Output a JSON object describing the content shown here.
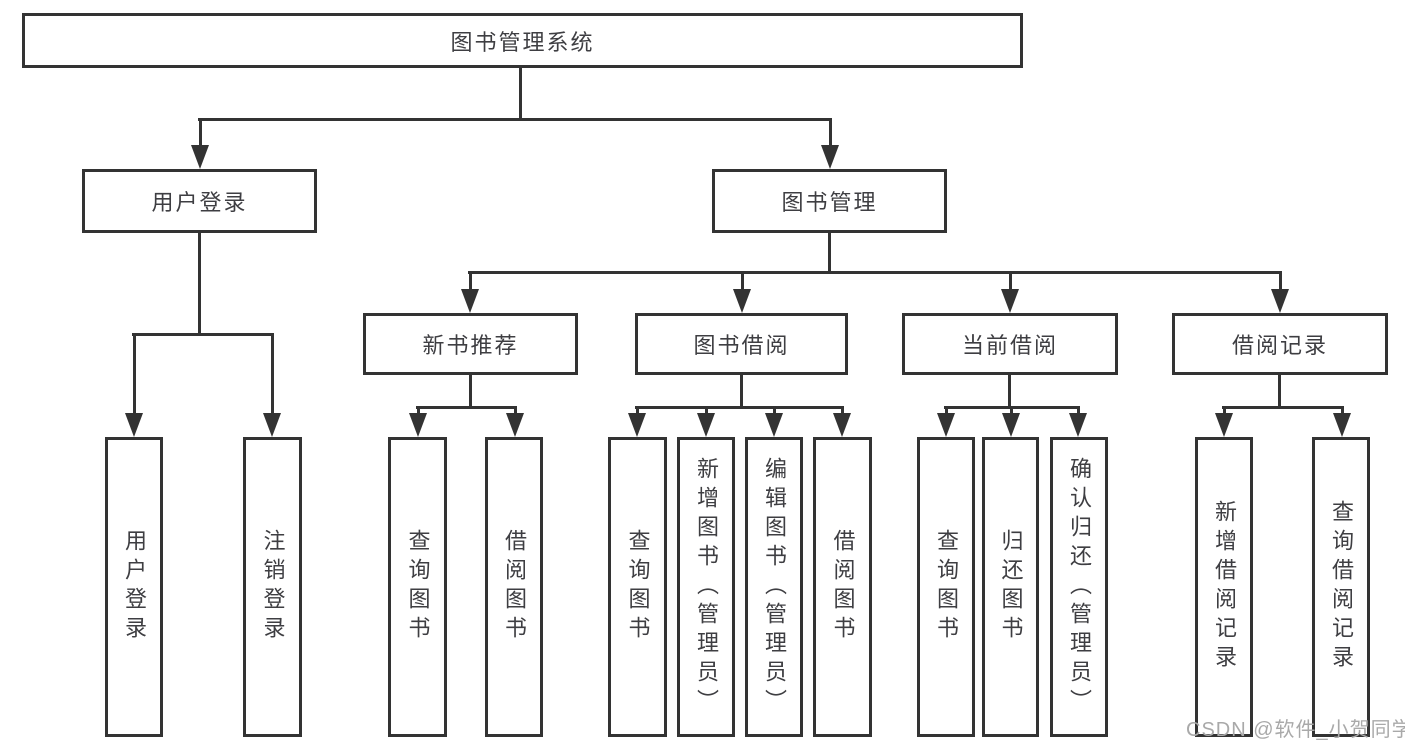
{
  "diagram_title": "图书管理系统",
  "nodes": {
    "root": "图书管理系统",
    "l2": {
      "user_login": "用户登录",
      "book_mgmt": "图书管理"
    },
    "l3": {
      "new_book": "新书推荐",
      "borrow": "图书借阅",
      "current": "当前借阅",
      "records": "借阅记录"
    },
    "leaves": {
      "user_login": "用户登录",
      "logout": "注销登录",
      "nb_query": "查询图书",
      "nb_borrow": "借阅图书",
      "bw_query": "查询图书",
      "bw_add": "新增图书（管理员）",
      "bw_edit": "编辑图书（管理员）",
      "bw_borrow": "借阅图书",
      "cu_query": "查询图书",
      "cu_return": "归还图书",
      "cu_confirm": "确认归还（管理员）",
      "rc_add": "新增借阅记录",
      "rc_query": "查询借阅记录"
    }
  },
  "edges": [
    {
      "from": "root",
      "to": [
        "l2.user_login",
        "l2.book_mgmt"
      ]
    },
    {
      "from": "l2.user_login",
      "to": [
        "leaves.user_login",
        "leaves.logout"
      ]
    },
    {
      "from": "l2.book_mgmt",
      "to": [
        "l3.new_book",
        "l3.borrow",
        "l3.current",
        "l3.records"
      ]
    },
    {
      "from": "l3.new_book",
      "to": [
        "leaves.nb_query",
        "leaves.nb_borrow"
      ]
    },
    {
      "from": "l3.borrow",
      "to": [
        "leaves.bw_query",
        "leaves.bw_add",
        "leaves.bw_edit",
        "leaves.bw_borrow"
      ]
    },
    {
      "from": "l3.current",
      "to": [
        "leaves.cu_query",
        "leaves.cu_return",
        "leaves.cu_confirm"
      ]
    },
    {
      "from": "l3.records",
      "to": [
        "leaves.rc_add",
        "leaves.rc_query"
      ]
    }
  ],
  "watermark": "CSDN @软件_小贺同学",
  "colors": {
    "line": "#333333",
    "text": "#3e3e42",
    "watermark": "#a9a9a9",
    "background": "#ffffff"
  }
}
